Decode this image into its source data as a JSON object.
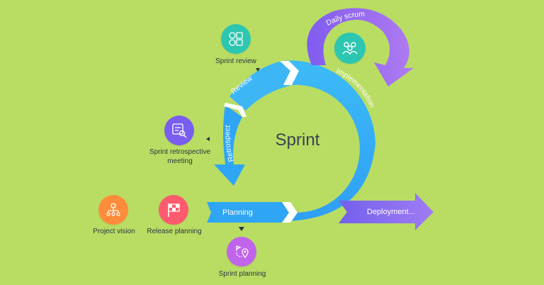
{
  "center_title": "Sprint",
  "cycle": {
    "review": "Review",
    "implementation": "Implementation",
    "retrospect": "Retrospect",
    "daily_scrum": "Daily scrum"
  },
  "flow": {
    "planning": "Planning",
    "deployment": "Deployment..."
  },
  "nodes": {
    "sprint_review": "Sprint review",
    "sprint_retro_line1": "Sprint retrospective",
    "sprint_retro_line2": "meeting",
    "project_vision": "Project vision",
    "release_planning": "Release planning",
    "sprint_planning": "Sprint planning"
  },
  "colors": {
    "background": "#b9dd63",
    "cycle_blue": "#38aef7",
    "daily_purple": "#9a67ea",
    "deployment_purple": "#8a6cf0",
    "review_icon": "#2dc6b1",
    "retro_icon": "#7a5ef0",
    "vision_icon": "#ff8c3b",
    "release_icon": "#ff5a6d",
    "planning_icon": "#c064ec"
  },
  "icons": {
    "sprint_review": "emoji-grid-icon",
    "sprint_retro": "checklist-search-icon",
    "project_vision": "hierarchy-icon",
    "release_planning": "checkered-flag-icon",
    "sprint_planning": "route-pin-icon",
    "daily_scrum": "team-group-icon"
  }
}
